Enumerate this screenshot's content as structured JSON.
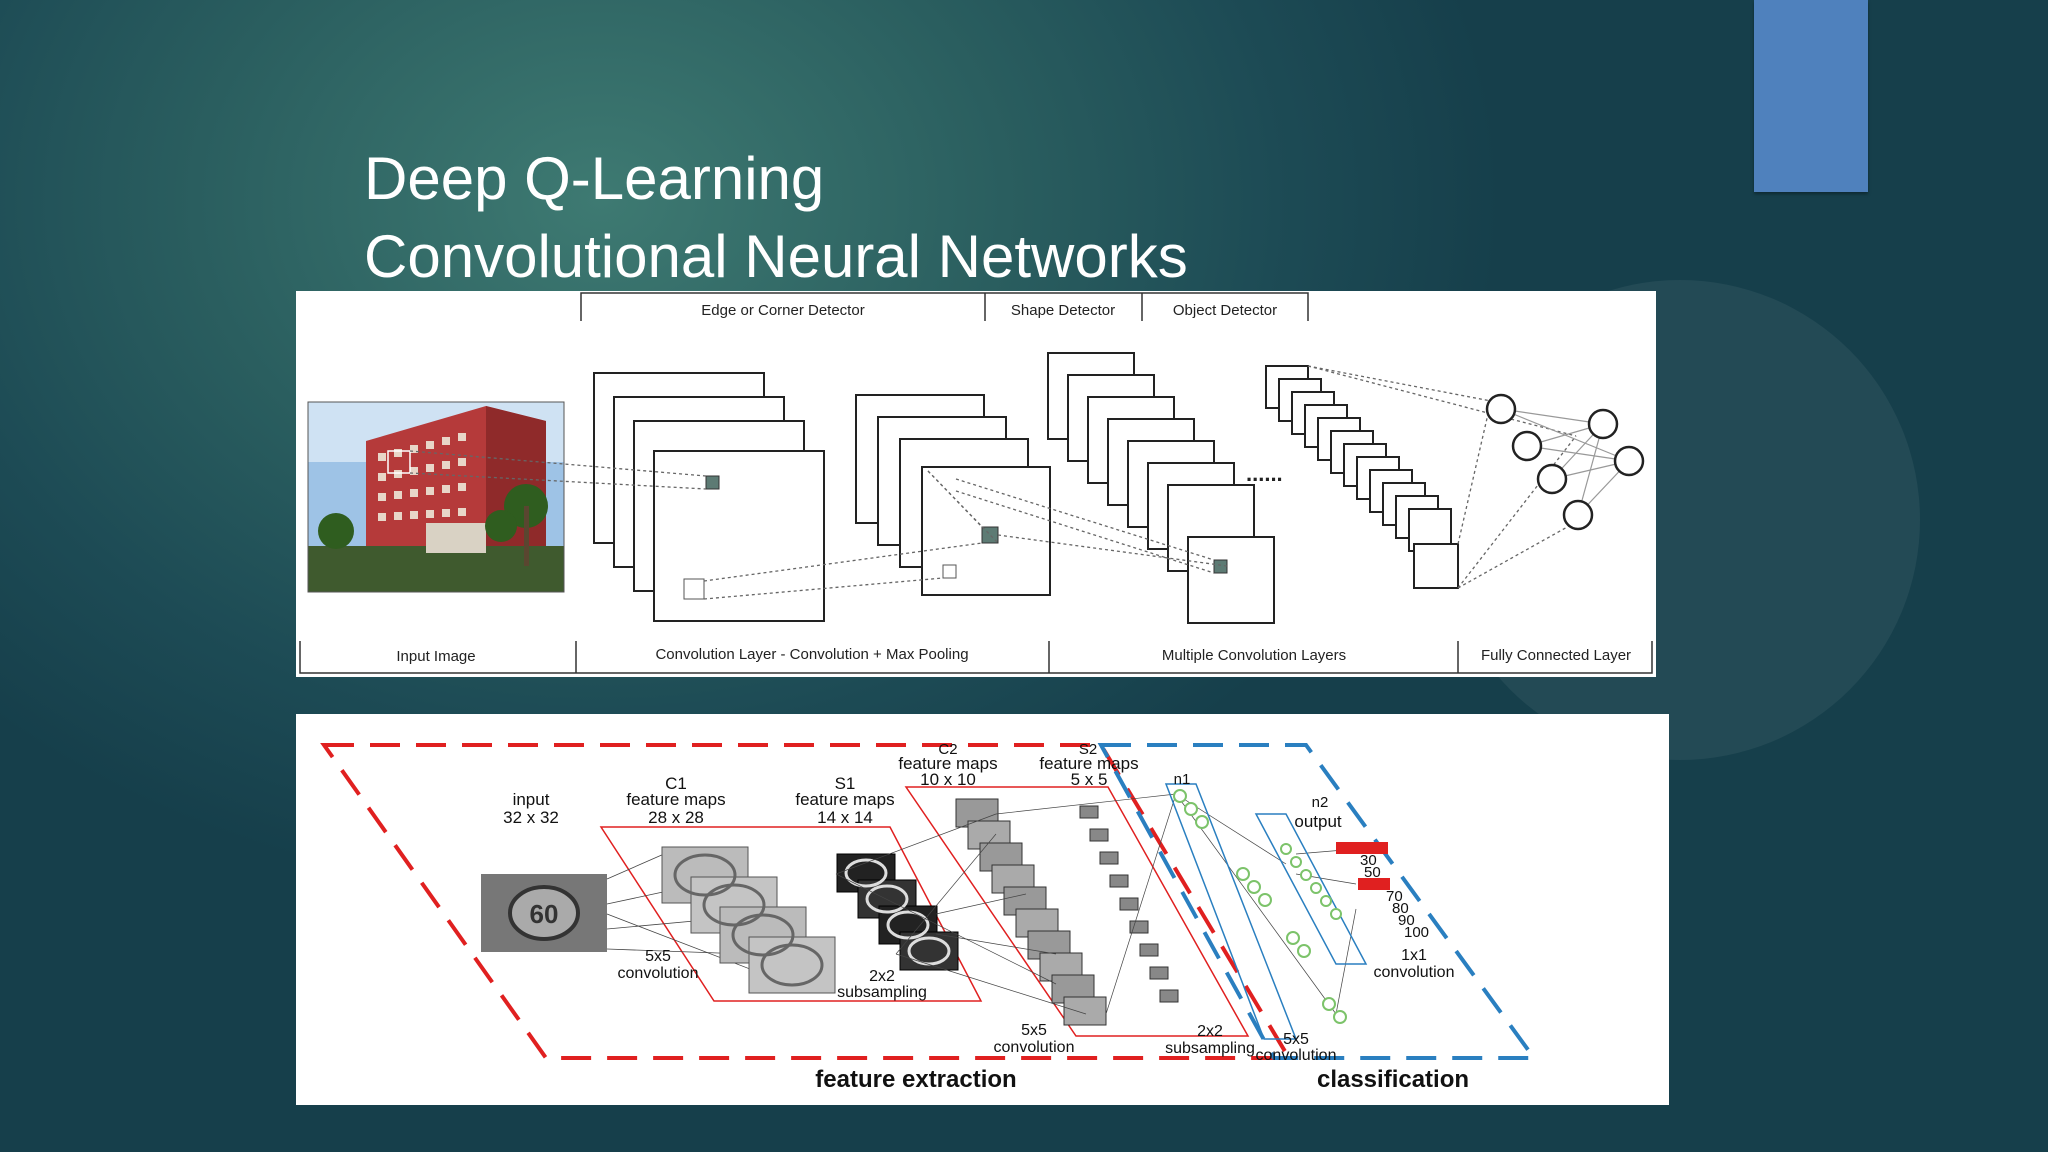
{
  "slide": {
    "title_line1": "Deep Q-Learning",
    "title_line2": "Convolutional Neural Networks",
    "accent_color": "#4f81bd"
  },
  "diagram_top": {
    "top_labels": [
      "Edge or Corner Detector",
      "Shape Detector",
      "Object Detector"
    ],
    "bottom_labels": [
      "Input Image",
      "Convolution Layer - Convolution + Max Pooling",
      "Multiple Convolution Layers",
      "Fully Connected Layer"
    ],
    "ellipsis": "......"
  },
  "diagram_bottom": {
    "input_label": "input",
    "input_size": "32 x 32",
    "sign_text": "60",
    "c1_label": "C1",
    "c1_text": "feature maps",
    "c1_size": "28 x 28",
    "s1_label": "S1",
    "s1_text": "feature maps",
    "s1_size": "14 x 14",
    "c2_label": "C2",
    "c2_text": "feature maps",
    "c2_size": "10 x 10",
    "s2_label": "S2",
    "s2_text": "feature maps",
    "s2_size": "5 x 5",
    "n1_label": "n1",
    "n2_label": "n2",
    "output_label": "output",
    "conv1_size": "5x5",
    "conv1_text": "convolution",
    "sub1_size": "2x2",
    "sub1_text": "subsampling",
    "conv2_size": "5x5",
    "conv2_text": "convolution",
    "sub2_size": "2x2",
    "sub2_text": "subsampling",
    "conv3_size": "5x5",
    "conv3_text": "convolution",
    "conv4_size": "1x1",
    "conv4_text": "convolution",
    "output_values": [
      "30",
      "50",
      "70",
      "80",
      "90",
      "100"
    ],
    "feature_extraction": "feature extraction",
    "classification": "classification",
    "colors": {
      "feature_box": "#e02020",
      "class_box": "#2a7fc0",
      "neuron": "#7cc36a"
    }
  }
}
